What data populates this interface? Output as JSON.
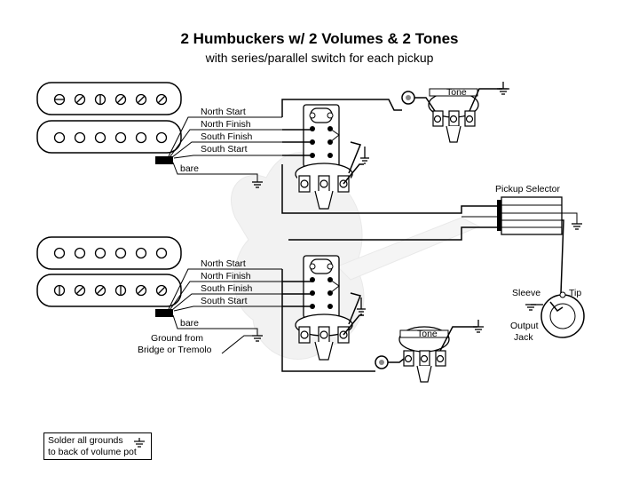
{
  "title": "2 Humbuckers w/ 2 Volumes & 2 Tones",
  "subtitle": "with series/parallel switch for each pickup",
  "neck_pickup": {
    "leads": [
      "North Start",
      "North Finish",
      "South Finish",
      "South Start"
    ],
    "bare_label": "bare"
  },
  "bridge_pickup": {
    "leads": [
      "North Start",
      "North Finish",
      "South Finish",
      "South Start"
    ],
    "bare_label": "bare",
    "ground_note_1": "Ground from",
    "ground_note_2": "Bridge or Tremolo"
  },
  "tone_label_top": "Tone",
  "tone_label_bottom": "Tone",
  "pickup_selector_label": "Pickup Selector",
  "jack": {
    "sleeve_label": "Sleeve",
    "tip_label": "Tip",
    "label_line1": "Output",
    "label_line2": "Jack"
  },
  "note": {
    "line1": "Solder all grounds",
    "line2": "to back of volume pot"
  }
}
